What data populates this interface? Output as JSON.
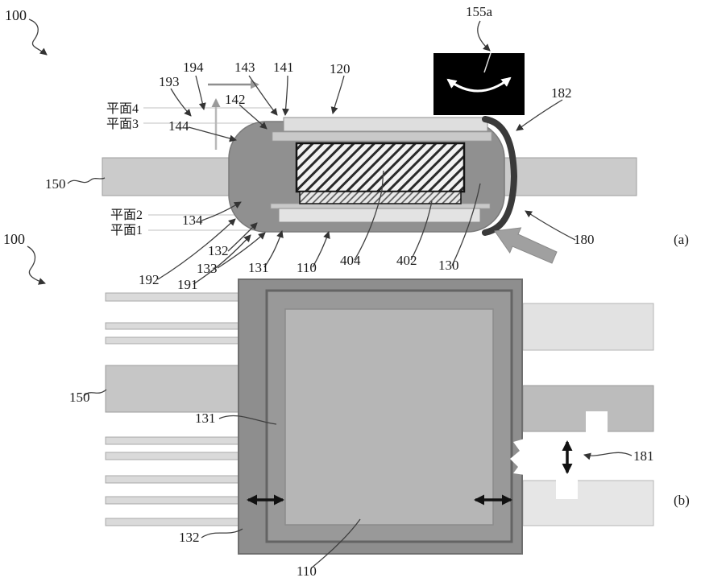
{
  "figure": {
    "view_a": {
      "tag": "(a)",
      "refs": {
        "r100": "100",
        "r155a": "155a",
        "r194": "194",
        "r193": "193",
        "r144": "144",
        "r142": "142",
        "r143": "143",
        "r141": "141",
        "r120": "120",
        "r150": "150",
        "r134": "134",
        "r132": "132",
        "r133": "133",
        "r131": "131",
        "r110": "110",
        "r404": "404",
        "r402": "402",
        "r130": "130",
        "r192": "192",
        "r191": "191",
        "r182": "182",
        "r180": "180"
      },
      "planes": {
        "p4": "平面4",
        "p3": "平面3",
        "p2": "平面2",
        "p1": "平面1"
      }
    },
    "view_b": {
      "tag": "(b)",
      "refs": {
        "r100": "100",
        "r150": "150",
        "r131": "131",
        "r132": "132",
        "r110": "110",
        "r181": "181"
      }
    },
    "colors": {
      "body_gray": "#8e8e8e",
      "lead_gray": "#cbcbcb",
      "pad_gray": "#b6b6b6",
      "plate_gray": "#dcdcdc",
      "inset_black": "#000000"
    }
  }
}
